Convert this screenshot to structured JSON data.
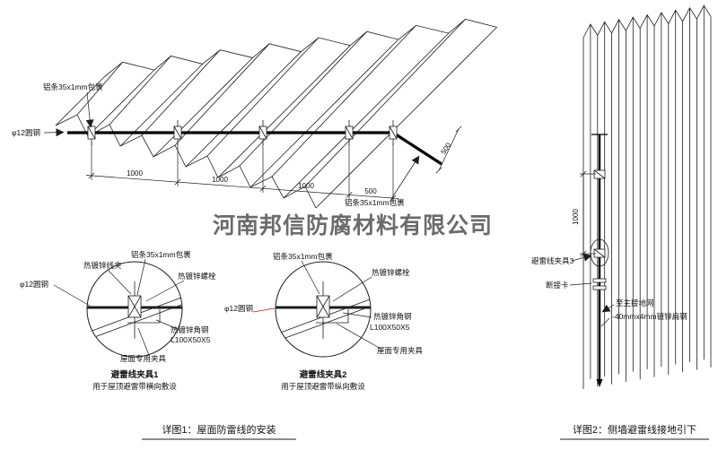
{
  "watermark": {
    "text": "河南邦信防腐材料有限公司"
  },
  "colors": {
    "line": "#1c1c1c",
    "red": "#c81414",
    "watermark": "#909090"
  },
  "roof": {
    "labels": {
      "alu_top": "铝条35x1mm包裹",
      "round_steel": "φ12圆钢",
      "alu_bottom": "铝条35x1mm包裹"
    },
    "dims": {
      "seg1": "1000",
      "seg2": "1000",
      "seg3": "1000",
      "seg4": "500",
      "edge": "500"
    }
  },
  "detail1": {
    "labels": {
      "wire_clip": "热镀锌线夹",
      "alu_strip": "铝条35x1mm包裹",
      "bolt": "热镀锌螺栓",
      "round_steel": "φ12圆钢",
      "angle_steel": "热镀锌角钢",
      "angle_spec": "L100X50X5",
      "roof_clamp": "屋面专用夹具"
    },
    "title": "避雷线夹具1",
    "subtitle": "用于屋顶避雷带横向敷设"
  },
  "detail2": {
    "labels": {
      "alu_strip": "铝条35x1mm包裹",
      "bolt": "热镀锌螺栓",
      "round_steel": "φ12圆钢",
      "angle_steel": "热镀锌角钢",
      "angle_spec": "L100X50X5",
      "roof_clamp": "屋面专用夹具"
    },
    "title": "避雷线夹具2",
    "subtitle": "用于屋顶避雷带纵向敷设"
  },
  "wall": {
    "dim": "1000",
    "labels": {
      "clamp3": "避雷线夹具3",
      "disconnect_link": "断接卡",
      "to_main_ground": "至主接地网",
      "flat_steel": "-40mmx4mm镀锌扁钢"
    }
  },
  "captions": {
    "detail1": "详图1：屋面防雷线的安装",
    "detail2": "详图2：侧墙避雷线接地引下"
  }
}
